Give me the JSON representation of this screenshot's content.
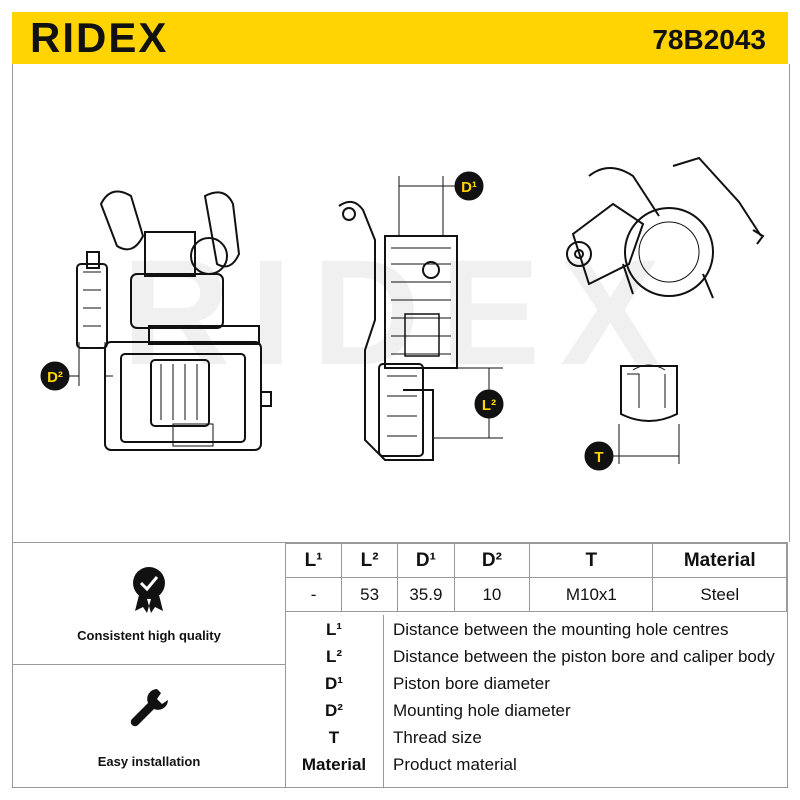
{
  "header": {
    "brand": "RIDEX",
    "part_number": "78B2043"
  },
  "drawing": {
    "watermark": "RIDEX",
    "callouts": {
      "d1": "D¹",
      "d2": "D²",
      "l2": "L²",
      "t": "T"
    }
  },
  "features": [
    {
      "label": "Consistent high quality",
      "icon": "quality-badge-icon"
    },
    {
      "label": "Easy installation",
      "icon": "wrench-icon"
    }
  ],
  "spec_table": {
    "headers": [
      "L¹",
      "L²",
      "D¹",
      "D²",
      "T",
      "Material"
    ],
    "values": [
      "-",
      "53",
      "35.9",
      "10",
      "M10x1",
      "Steel"
    ]
  },
  "legend": [
    {
      "key": "L¹",
      "desc": "Distance between the mounting hole centres"
    },
    {
      "key": "L²",
      "desc": "Distance between the piston bore and caliper body"
    },
    {
      "key": "D¹",
      "desc": "Piston bore diameter"
    },
    {
      "key": "D²",
      "desc": "Mounting hole diameter"
    },
    {
      "key": "T",
      "desc": "Thread size"
    },
    {
      "key": "Material",
      "desc": "Product material"
    }
  ],
  "colors": {
    "brand_yellow": "#ffd400",
    "ink": "#111111",
    "rule": "#999999"
  }
}
